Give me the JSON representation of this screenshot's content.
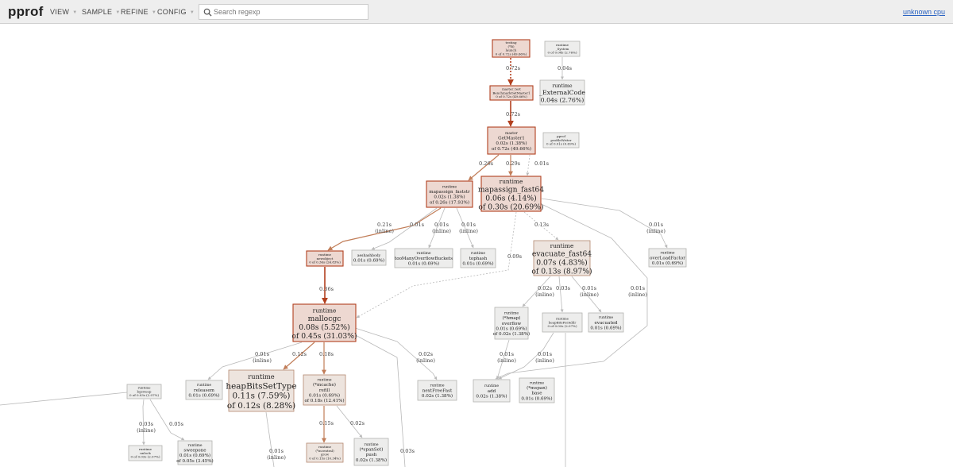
{
  "header": {
    "title": "pprof",
    "menus": [
      {
        "label": "VIEW",
        "name": "menu-view"
      },
      {
        "label": "SAMPLE",
        "name": "menu-sample"
      },
      {
        "label": "REFINE",
        "name": "menu-refine"
      },
      {
        "label": "CONFIG",
        "name": "menu-config"
      }
    ],
    "search": {
      "value": "",
      "placeholder": "Search regexp"
    },
    "profile_link": "unknown cpu"
  },
  "graph": {
    "colors": {
      "hot_fill": "#edd8d1",
      "hot_stroke": "#b2401f",
      "warm_fill": "#ede4de",
      "warm_stroke": "#b4886f",
      "cold_fill": "#ededec",
      "cold_stroke": "#b2b2b0",
      "hot_edge": "#b2401f",
      "warm_edge": "#c17d58",
      "cold_edge": "#b9b9b9"
    },
    "nodes": [
      {
        "id": "testing",
        "tone": "hot",
        "lines": [
          "testing",
          "(*B)",
          "launch",
          "0 of 0.72s (49.66%)"
        ]
      },
      {
        "id": "system",
        "tone": "cold",
        "lines": [
          "runtime",
          "_System",
          "0 of 0.04s (2.76%)"
        ]
      },
      {
        "id": "external",
        "tone": "cold",
        "lines": [
          "runtime",
          "_ExternalCode",
          "0.04s (2.76%)"
        ]
      },
      {
        "id": "bench",
        "tone": "hot",
        "lines": [
          "master_test",
          "BenchmarkGetMaster1",
          "0 of 0.72s (49.66%)"
        ]
      },
      {
        "id": "getmaster",
        "tone": "hot",
        "lines": [
          "master",
          "GetMaster1",
          "0.02s (1.38%)",
          "of 0.72s (49.66%)"
        ]
      },
      {
        "id": "pprof",
        "tone": "cold",
        "lines": [
          "pprof",
          "profileWriter",
          "0 of 0.01s (0.69%)"
        ]
      },
      {
        "id": "fast64",
        "tone": "hot",
        "lines": [
          "runtime",
          "mapassign_fast64",
          "0.06s (4.14%)",
          "of 0.30s (20.69%)"
        ]
      },
      {
        "id": "faststr",
        "tone": "hot",
        "lines": [
          "runtime",
          "mapassign_faststr",
          "0.02s (1.38%)",
          "of 0.26s (17.93%)"
        ]
      },
      {
        "id": "newobject",
        "tone": "hot",
        "lines": [
          "runtime",
          "newobject",
          "0 of 0.36s (24.83%)"
        ]
      },
      {
        "id": "aeshash",
        "tone": "cold",
        "lines": [
          "aeshashbody",
          "0.01s (0.69%)"
        ]
      },
      {
        "id": "toomany",
        "tone": "cold",
        "lines": [
          "runtime",
          "tooManyOverflowBuckets",
          "0.01s (0.69%)"
        ]
      },
      {
        "id": "tophash",
        "tone": "cold",
        "lines": [
          "runtime",
          "tophash",
          "0.01s (0.69%)"
        ]
      },
      {
        "id": "evacuate",
        "tone": "warm",
        "lines": [
          "runtime",
          "evacuate_fast64",
          "0.07s (4.83%)",
          "of 0.13s (8.97%)"
        ]
      },
      {
        "id": "overload",
        "tone": "cold",
        "lines": [
          "runtime",
          "overLoadFactor",
          "0.01s (0.69%)"
        ]
      },
      {
        "id": "mallocgc",
        "tone": "hot",
        "lines": [
          "runtime",
          "mallocgc",
          "0.08s (5.52%)",
          "of 0.45s (31.03%)"
        ]
      },
      {
        "id": "hmapoverflow",
        "tone": "cold",
        "lines": [
          "runtime",
          "(*hmap)",
          "overflow",
          "0.01s (0.69%)",
          "of 0.02s (1.38%)"
        ]
      },
      {
        "id": "heapbitsset",
        "tone": "cold",
        "lines": [
          "runtime",
          "heapBitsForAddr",
          "0 of 0.03s (2.07%)"
        ]
      },
      {
        "id": "evacuated",
        "tone": "cold",
        "lines": [
          "runtime",
          "evacuated",
          "0.01s (0.69%)"
        ]
      },
      {
        "id": "bgsweep",
        "tone": "cold",
        "lines": [
          "runtime",
          "bgsweep",
          "0 of 0.03s (2.07%)"
        ]
      },
      {
        "id": "releasem",
        "tone": "cold",
        "lines": [
          "runtime",
          "releasem",
          "0.01s (0.69%)"
        ]
      },
      {
        "id": "heapBitsSetType",
        "tone": "warm",
        "lines": [
          "runtime",
          "heapBitsSetType",
          "0.11s (7.59%)",
          "of 0.12s (8.28%)"
        ]
      },
      {
        "id": "refill",
        "tone": "warm",
        "lines": [
          "runtime",
          "(*mcache)",
          "refill",
          "0.01s (0.69%)",
          "of 0.18s (12.41%)"
        ]
      },
      {
        "id": "nextfreefast",
        "tone": "cold",
        "lines": [
          "runtime",
          "nextFreeFast",
          "0.02s (1.38%)"
        ]
      },
      {
        "id": "add",
        "tone": "cold",
        "lines": [
          "runtime",
          "add",
          "0.02s (1.38%)"
        ]
      },
      {
        "id": "mspanbase",
        "tone": "cold",
        "lines": [
          "runtime",
          "(*mspan)",
          "base",
          "0.01s (0.69%)"
        ]
      },
      {
        "id": "gosched",
        "tone": "cold",
        "lines": [
          "runtime",
          "unlock",
          "0 of 0.03s (2.07%)"
        ]
      },
      {
        "id": "sweepone",
        "tone": "cold",
        "lines": [
          "runtime",
          "sweepone",
          "0.01s (0.69%)",
          "of 0.05s (3.45%)"
        ]
      },
      {
        "id": "mcentral",
        "tone": "warm",
        "lines": [
          "runtime",
          "(*mcentral)",
          "grow",
          "0 of 0.15s (10.34%)"
        ]
      },
      {
        "id": "spanset",
        "tone": "cold",
        "lines": [
          "runtime",
          "(*spanSet)",
          "push",
          "0.02s (1.38%)"
        ]
      }
    ],
    "edges": [
      {
        "from": "testing",
        "to": "bench",
        "label": [
          "0.72s"
        ],
        "tone": "hot",
        "dashed": true
      },
      {
        "from": "system",
        "to": "external",
        "label": [
          "0.04s"
        ],
        "tone": "cold"
      },
      {
        "from": "bench",
        "to": "getmaster",
        "label": [
          "0.72s"
        ],
        "tone": "hot"
      },
      {
        "from": "getmaster",
        "to": "faststr",
        "label": [
          "0.26s"
        ],
        "tone": "warm"
      },
      {
        "from": "getmaster",
        "to": "fast64",
        "label": [
          "0.29s"
        ],
        "tone": "warm"
      },
      {
        "from": "pprof",
        "to": "fast64",
        "label": [
          "0.01s"
        ],
        "tone": "cold",
        "dashed": true
      },
      {
        "from": "faststr",
        "to": "newobject",
        "label": [
          "0.21s",
          "(inline)"
        ],
        "tone": "warm"
      },
      {
        "from": "faststr",
        "to": "aeshash",
        "label": [
          "0.01s"
        ],
        "tone": "cold"
      },
      {
        "from": "faststr",
        "to": "toomany",
        "label": [
          "0.01s",
          "(inline)"
        ],
        "tone": "cold"
      },
      {
        "from": "faststr",
        "to": "tophash",
        "label": [
          "0.01s",
          "(inline)"
        ],
        "tone": "cold"
      },
      {
        "from": "fast64",
        "to": "evacuate",
        "label": [
          "0.13s"
        ],
        "tone": "cold",
        "dashed": true
      },
      {
        "from": "fast64",
        "to": "overload",
        "label": [
          "0.01s",
          "(inline)"
        ],
        "tone": "cold"
      },
      {
        "from": "fast64",
        "to": "mallocgc",
        "label": [
          "0.09s"
        ],
        "tone": "cold",
        "dashed": true
      },
      {
        "from": "fast64",
        "to": "add",
        "label": [
          "0.01s",
          "(inline)"
        ],
        "tone": "cold"
      },
      {
        "from": "newobject",
        "to": "mallocgc",
        "label": [
          "0.36s"
        ],
        "tone": "hot"
      },
      {
        "from": "evacuate",
        "to": "hmapoverflow",
        "label": [
          "0.02s",
          "(inline)"
        ],
        "tone": "cold"
      },
      {
        "from": "evacuate",
        "to": "heapbitsset",
        "label": [
          "0.03s"
        ],
        "tone": "cold"
      },
      {
        "from": "evacuate",
        "to": "evacuated",
        "label": [
          "0.01s",
          "(inline)"
        ],
        "tone": "cold"
      },
      {
        "from": "hmapoverflow",
        "to": "add",
        "label": [
          "0.01s",
          "(inline)"
        ],
        "tone": "cold"
      },
      {
        "from": "heapbitsset",
        "to": "add",
        "label": [
          "0.01s",
          "(inline)"
        ],
        "tone": "cold"
      },
      {
        "from": "mallocgc",
        "to": "releasem",
        "label": [
          "0.01s",
          "(inline)"
        ],
        "tone": "cold"
      },
      {
        "from": "mallocgc",
        "to": "heapBitsSetType",
        "label": [
          "0.12s"
        ],
        "tone": "warm"
      },
      {
        "from": "mallocgc",
        "to": "refill",
        "label": [
          "0.18s"
        ],
        "tone": "warm"
      },
      {
        "from": "mallocgc",
        "to": "nextfreefast",
        "label": [
          "0.02s",
          "(inline)"
        ],
        "tone": "cold"
      },
      {
        "from": "bgsweep",
        "to": "gosched",
        "label": [
          "0.03s",
          "(inline)"
        ],
        "tone": "cold"
      },
      {
        "from": "bgsweep",
        "to": "sweepone",
        "label": [
          "0.05s"
        ],
        "tone": "cold"
      },
      {
        "from": "refill",
        "to": "mcentral",
        "label": [
          "0.15s"
        ],
        "tone": "warm"
      },
      {
        "from": "refill",
        "to": "spanset",
        "label": [
          "0.02s"
        ],
        "tone": "cold"
      },
      {
        "from": "heapBitsSetType",
        "to": null,
        "label": [
          "0.01s",
          "(inline)"
        ],
        "tone": "cold"
      },
      {
        "from": "mallocgc",
        "to": null,
        "label": [
          "0.03s"
        ],
        "tone": "cold"
      }
    ]
  }
}
